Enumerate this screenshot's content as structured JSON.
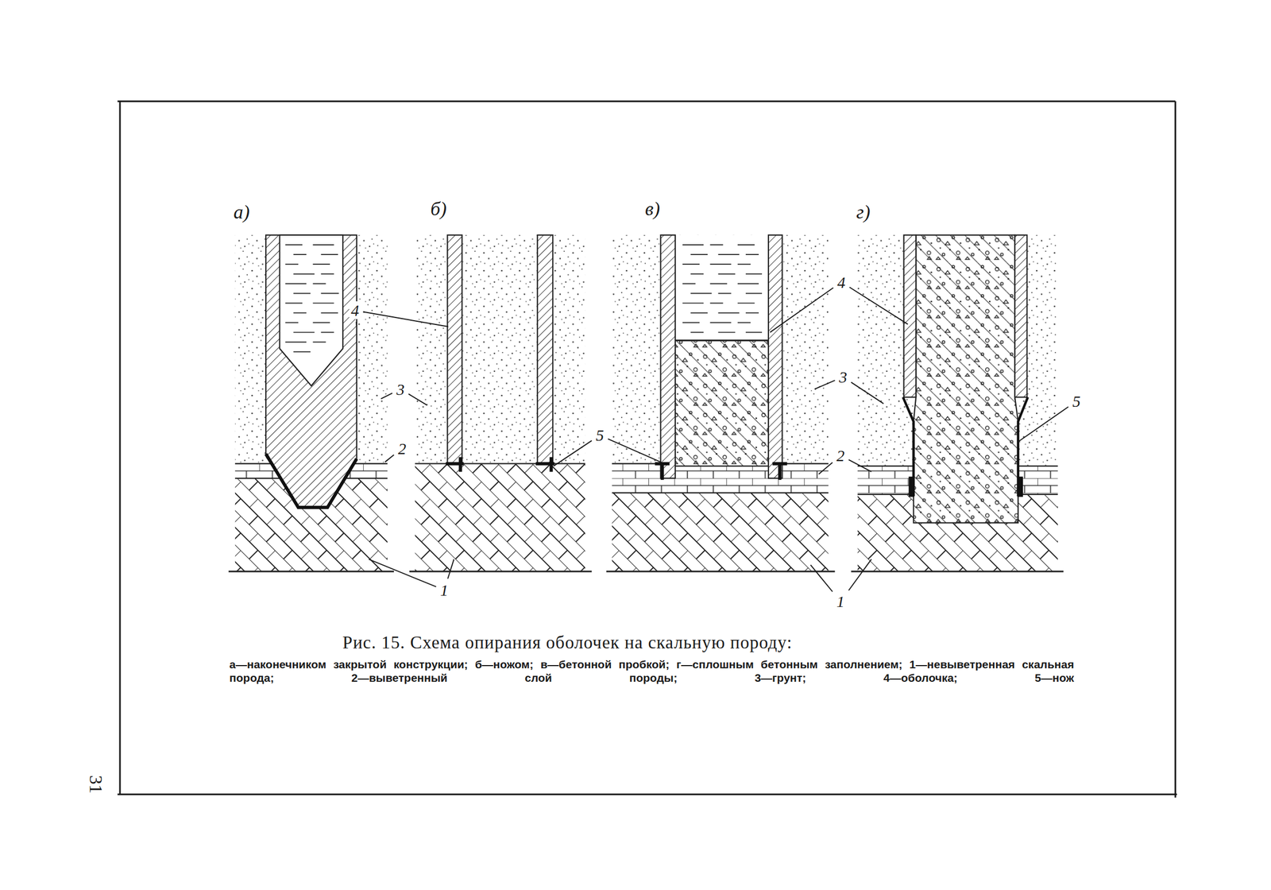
{
  "diagram": {
    "caption": "Рис. 15. Схема опирания оболочек на скальную породу:",
    "labels": [
      "а)",
      "б)",
      "в)",
      "г)",
      "4",
      "3",
      "2",
      "1",
      "5",
      "4",
      "3",
      "2",
      "1",
      "5",
      "а—наконечником закрытой конструкции; б—ножом; в—бетонной пробкой; г—сплошным бетонным заполнением; 1—невыветренная скальная порода; 2—выветренный слой породы; 3—грунт; 4—оболочка; 5—нож",
      "31"
    ]
  }
}
